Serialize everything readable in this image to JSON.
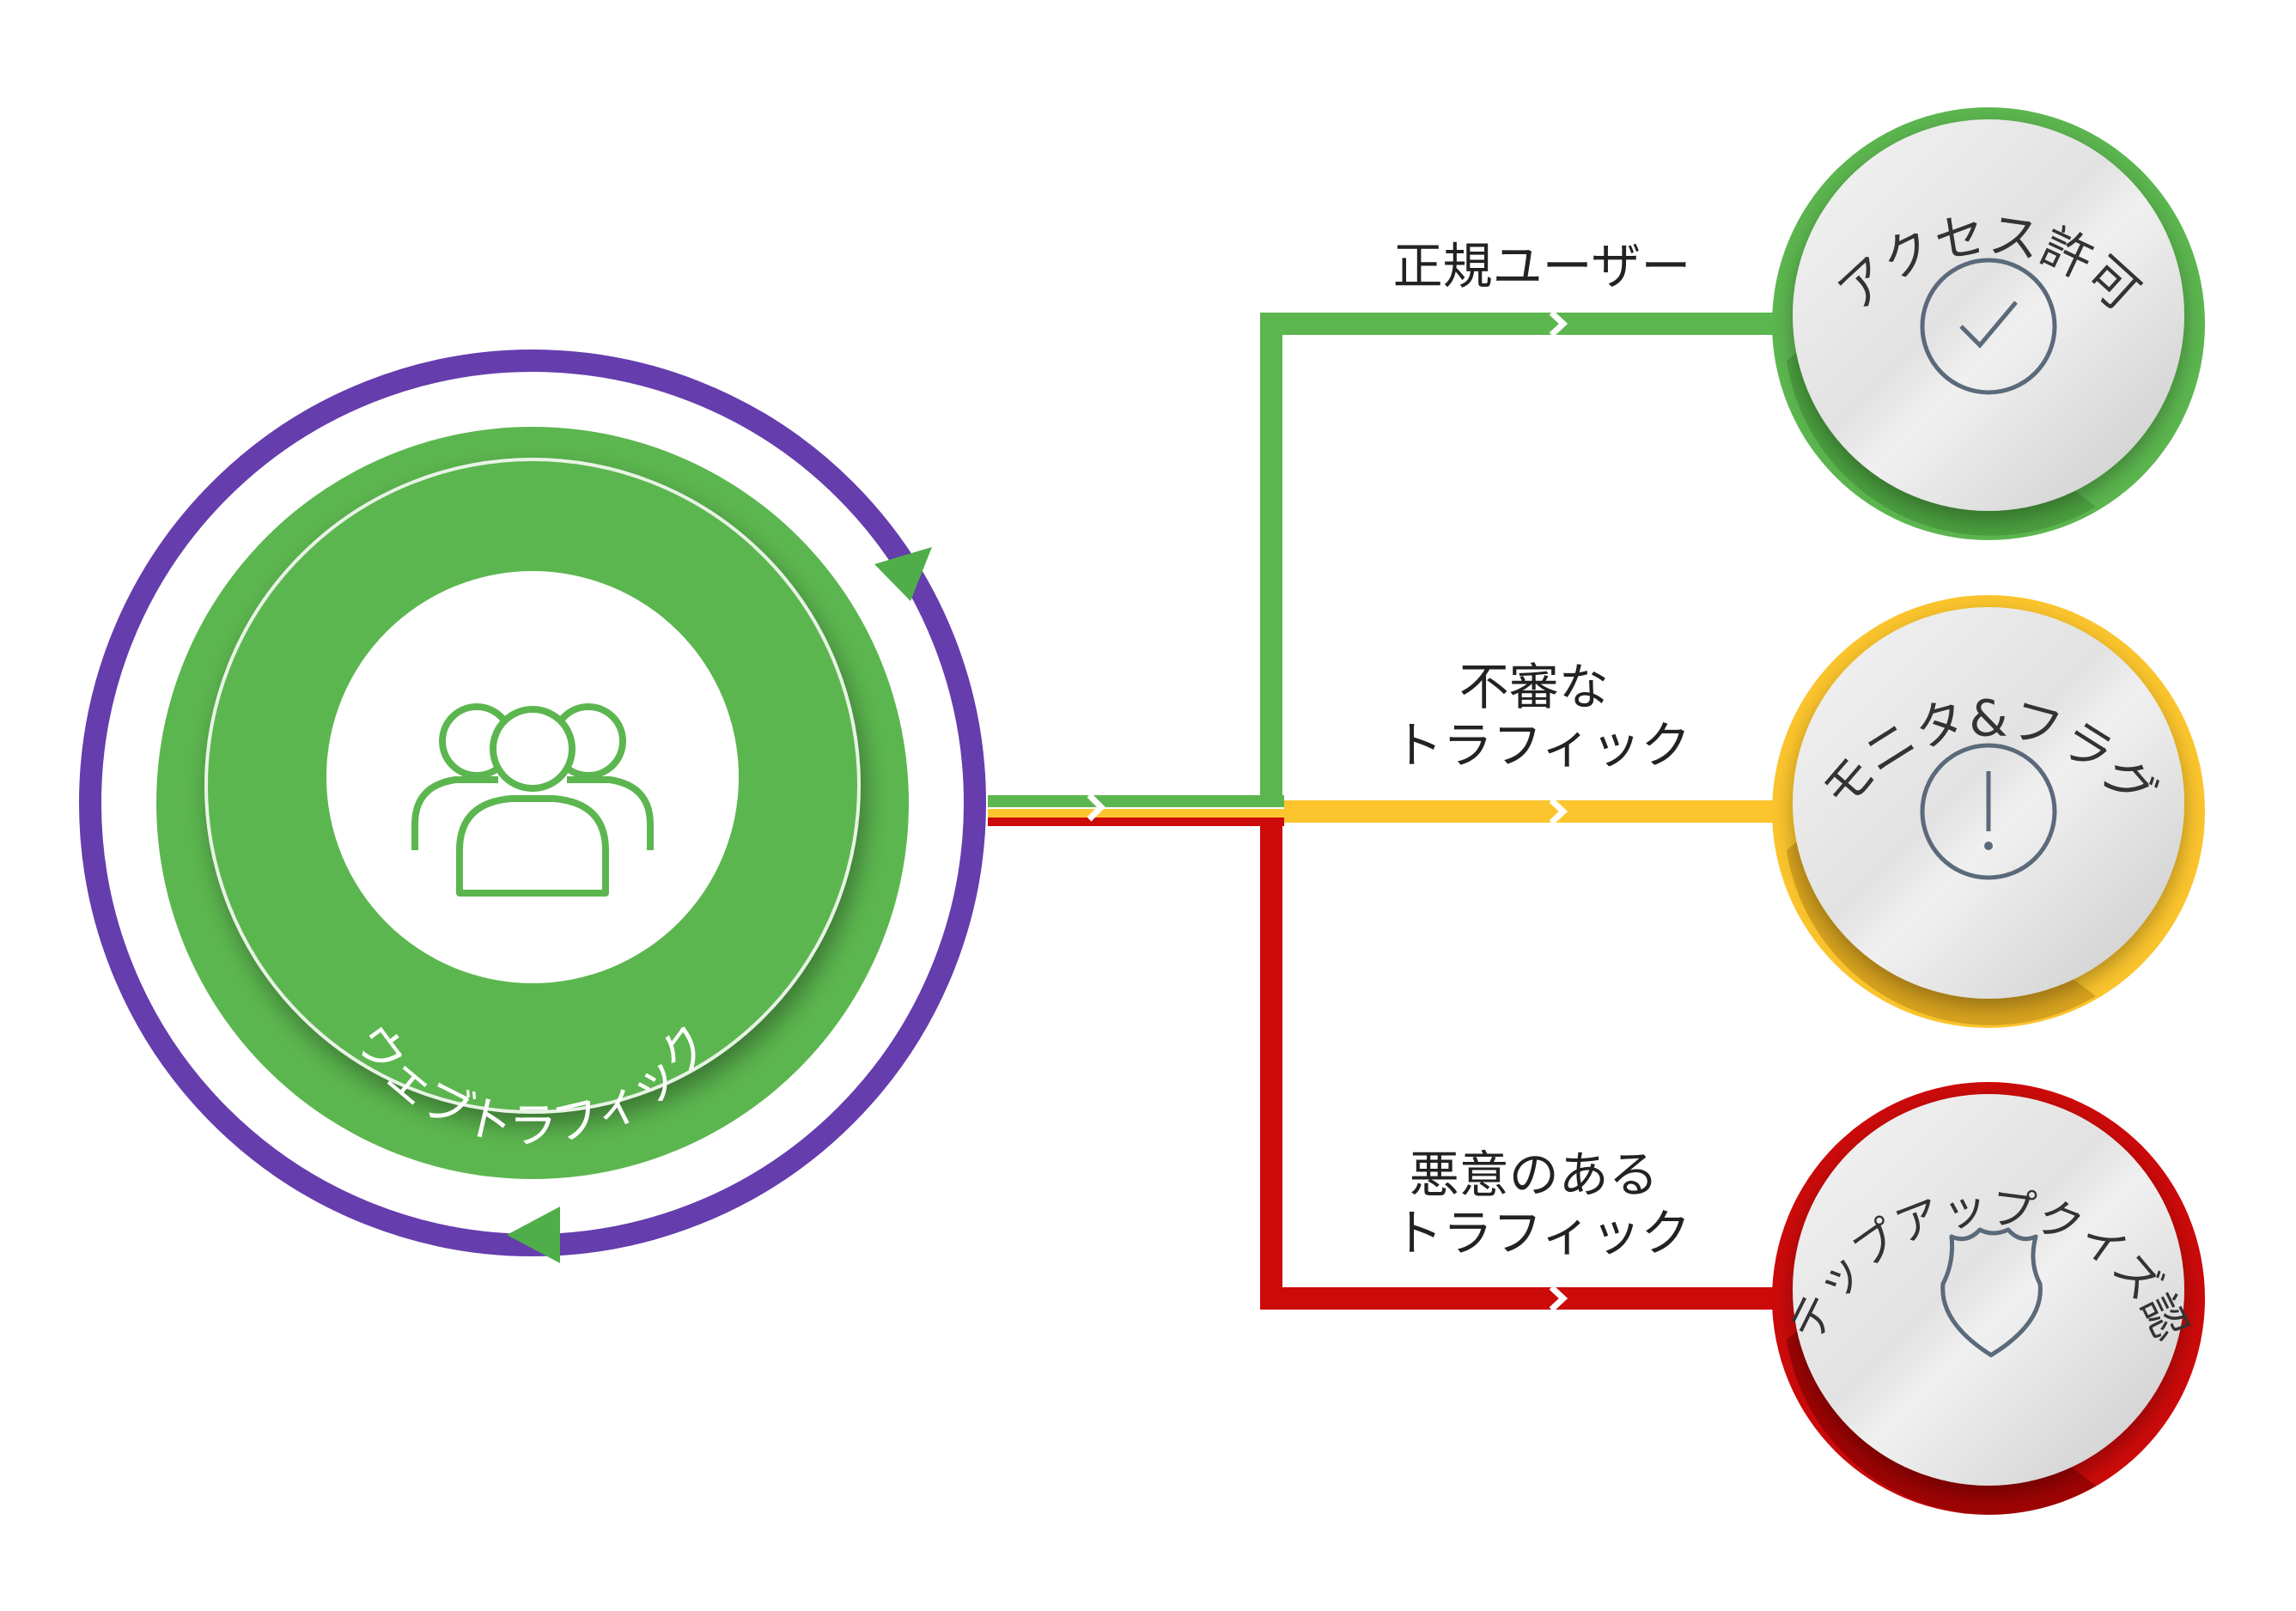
{
  "source": {
    "label": "ウェブトラフィック",
    "icon": "users-group-icon",
    "ring_color": "#653dad",
    "fill_color": "#5cb64f",
    "arrow_color": "#4fae4a"
  },
  "branches": [
    {
      "id": "legit",
      "label_lines": [
        "正規ユーザー"
      ],
      "outcome_label": "アクセス許可",
      "icon": "checkmark-circle-icon",
      "color": "#5cb64f",
      "ring_dark": "#3f8f35"
    },
    {
      "id": "suspicious",
      "label_lines": [
        "不審な",
        "トラフィック"
      ],
      "outcome_label": "モニタ&フラグ",
      "icon": "exclamation-circle-icon",
      "color": "#fcc52d",
      "ring_dark": "#c99418"
    },
    {
      "id": "malicious",
      "label_lines": [
        "悪意のある",
        "トラフィック"
      ],
      "outcome_label": "ステップアップクイズ認証",
      "icon": "shield-icon",
      "color": "#cc0a0a",
      "ring_dark": "#8c0000"
    }
  ]
}
